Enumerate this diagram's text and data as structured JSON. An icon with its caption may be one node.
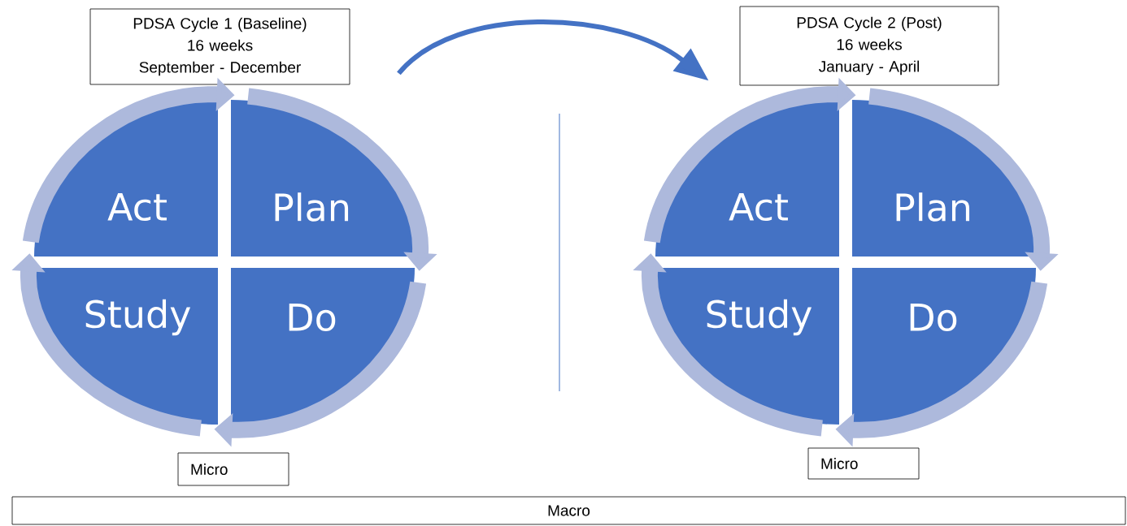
{
  "diagram": {
    "nodes": [
      {
        "text": [
          "PDSA Cycle 1 (Baseline)",
          "16 weeks",
          "September - December"
        ]
      },
      {
        "text": [
          "Act"
        ]
      },
      {
        "text": [
          "Plan"
        ]
      },
      {
        "text": [
          "Study"
        ]
      },
      {
        "text": [
          "Do"
        ]
      },
      {
        "text": [
          "Micro"
        ]
      },
      {
        "text": [
          "PDSA Cycle 2 (Post)",
          "16 weeks",
          "January - April"
        ]
      },
      {
        "text": [
          "Act"
        ]
      },
      {
        "text": [
          "Plan"
        ]
      },
      {
        "text": [
          "Study"
        ]
      },
      {
        "text": [
          "Do"
        ]
      },
      {
        "text": [
          "Micro"
        ]
      },
      {
        "text": [
          "Macro"
        ]
      }
    ],
    "edges": [
      {
        "from": 1,
        "to": 2,
        "arrow": "to"
      },
      {
        "from": 2,
        "to": 4,
        "arrow": "to"
      },
      {
        "from": 4,
        "to": 3,
        "arrow": "to"
      },
      {
        "from": 3,
        "to": 1,
        "arrow": "to"
      },
      {
        "from": 0,
        "to": 6,
        "arrow": "to",
        "color": "#4472c4"
      },
      {
        "from": 7,
        "to": 8,
        "arrow": "to"
      },
      {
        "from": 8,
        "to": 10,
        "arrow": "to"
      },
      {
        "from": 10,
        "to": 9,
        "arrow": "to"
      },
      {
        "from": 9,
        "to": 7,
        "arrow": "to"
      }
    ]
  }
}
